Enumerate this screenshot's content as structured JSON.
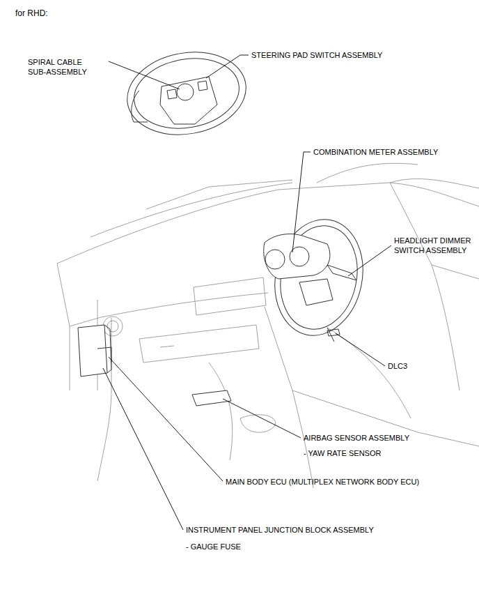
{
  "diagram": {
    "title": "for RHD:",
    "labels": [
      "SPIRAL CABLE SUB-ASSEMBLY",
      "STEERING PAD SWITCH ASSEMBLY",
      "COMBINATION METER ASSEMBLY",
      "HEADLIGHT DIMMER SWITCH ASSEMBLY",
      "DLC3",
      "AIRBAG SENSOR ASSEMBLY",
      "- YAW RATE SENSOR",
      "MAIN BODY ECU (MULTIPLEX NETWORK BODY ECU)",
      "INSTRUMENT PANEL JUNCTION BLOCK ASSEMBLY",
      "- GAUGE FUSE"
    ]
  }
}
